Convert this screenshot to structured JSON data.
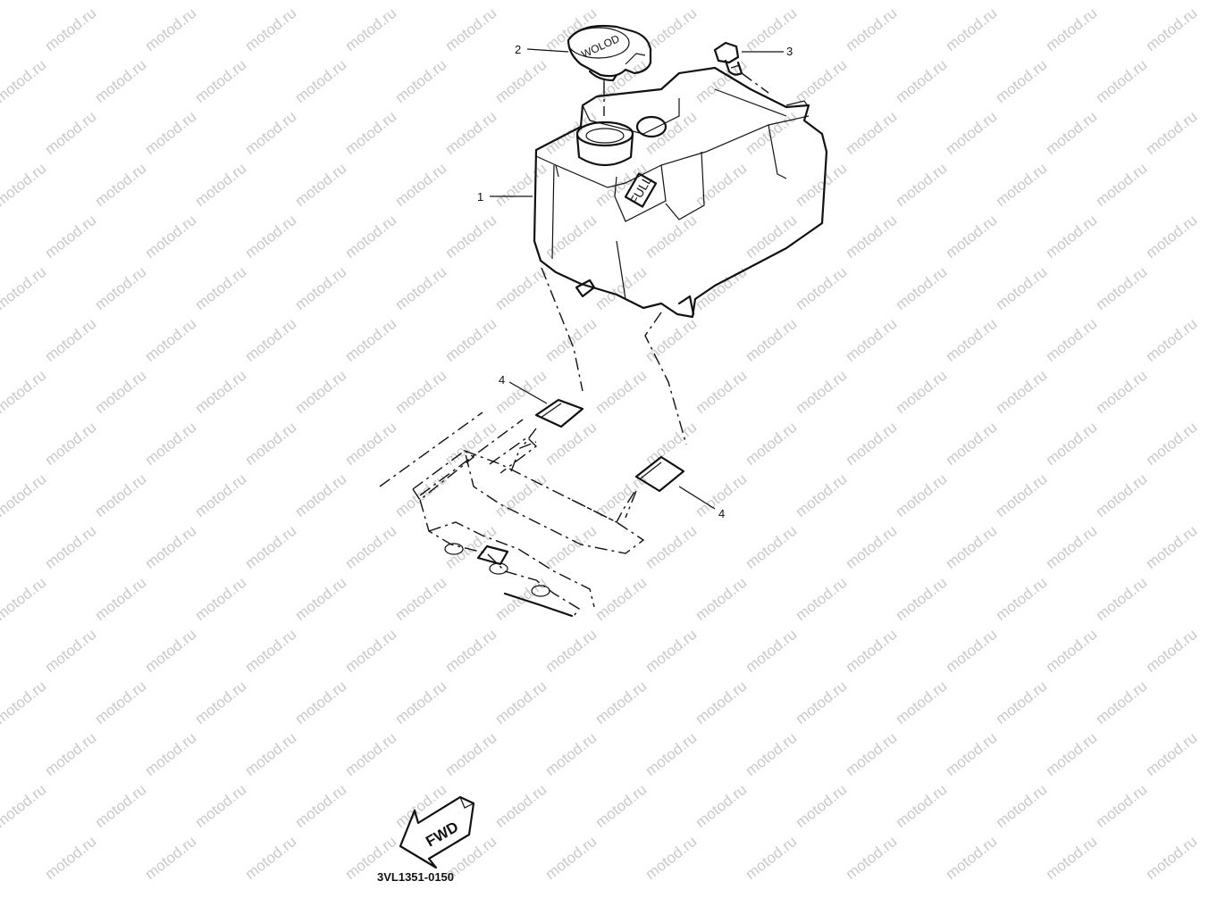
{
  "watermark": "motod.ru",
  "callouts": [
    {
      "id": "tank",
      "label": "1"
    },
    {
      "id": "cap",
      "label": "2"
    },
    {
      "id": "bolt",
      "label": "3"
    },
    {
      "id": "pad-a",
      "label": "4"
    },
    {
      "id": "pad-b",
      "label": "4"
    }
  ],
  "tank_marking": "FULL",
  "cap_marking": "WOLOD",
  "direction_arrow": "FWD",
  "diagram_code": "3VL1351-0150"
}
